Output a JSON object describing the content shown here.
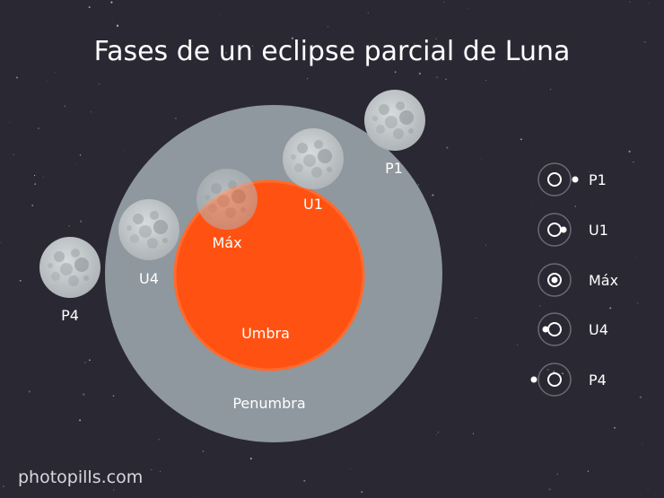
{
  "title": "Fases de un eclipse parcial de Luna",
  "credit": "photopills.com",
  "colors": {
    "background": "#2a2833",
    "penumbra": "#8f989e",
    "umbra": "#ff5212",
    "moon": "#c3c8ca",
    "crater": "#9aa0a3",
    "text": "#ffffff"
  },
  "regions": {
    "umbra_label": "Umbra",
    "penumbra_label": "Penumbra"
  },
  "phases": [
    {
      "id": "p1",
      "label": "P1"
    },
    {
      "id": "u1",
      "label": "U1"
    },
    {
      "id": "max",
      "label": "Máx"
    },
    {
      "id": "u4",
      "label": "U4"
    },
    {
      "id": "p4",
      "label": "P4"
    }
  ],
  "legend": [
    {
      "label": "P1"
    },
    {
      "label": "U1"
    },
    {
      "label": "Máx"
    },
    {
      "label": "U4"
    },
    {
      "label": "P4"
    }
  ]
}
